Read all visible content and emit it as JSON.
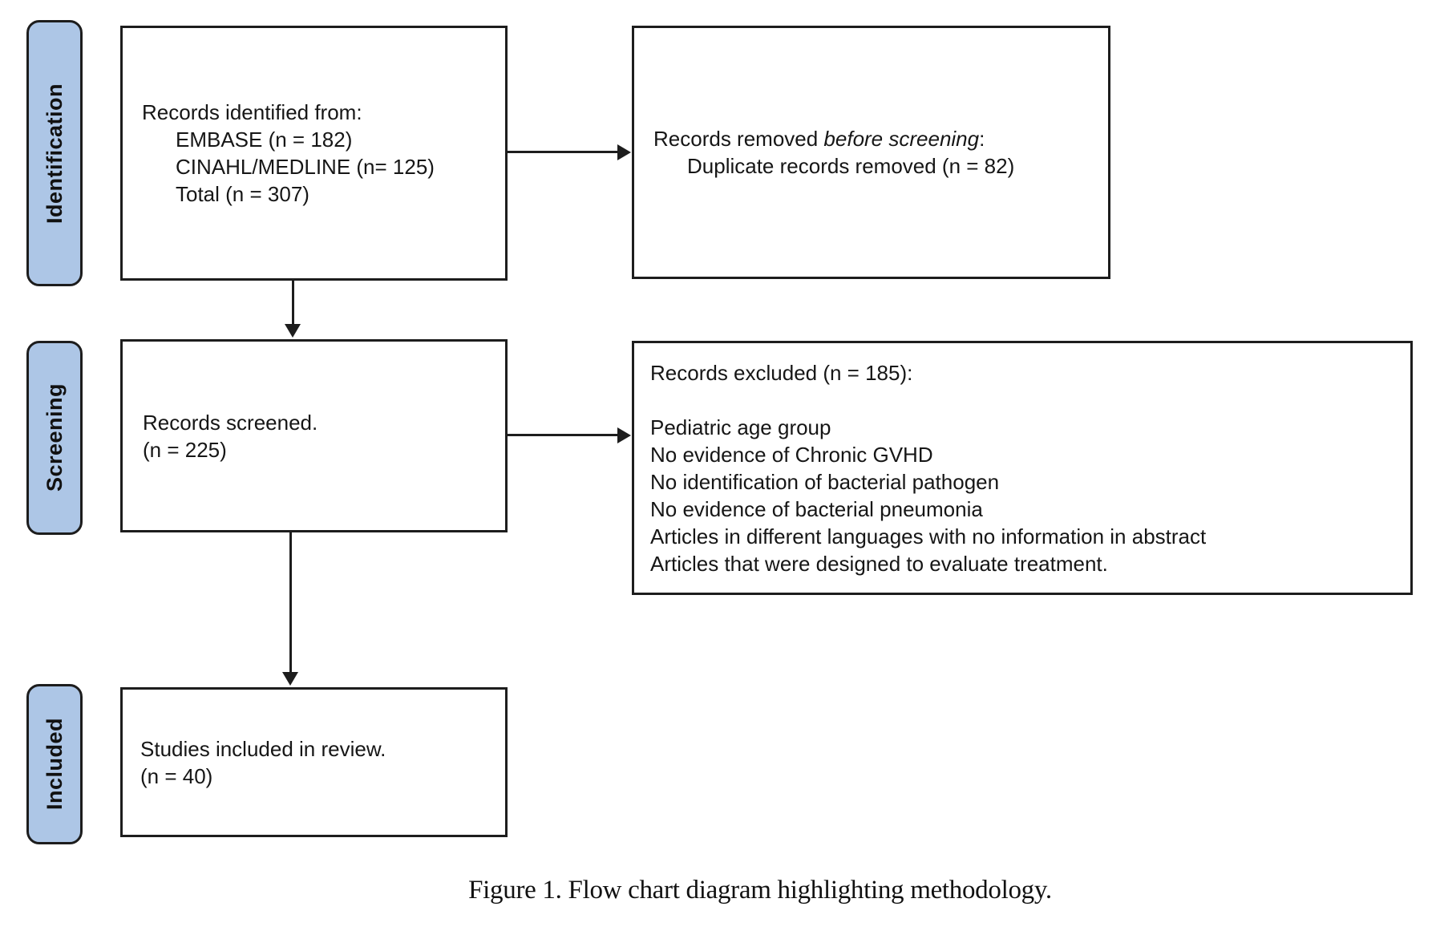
{
  "stages": {
    "identification": "Identification",
    "screening": "Screening",
    "included": "Included"
  },
  "boxes": {
    "identified": {
      "heading": "Records identified from:",
      "items": [
        "EMBASE (n = 182)",
        "CINAHL/MEDLINE (n= 125)",
        "Total (n = 307)"
      ]
    },
    "removed": {
      "prefix": "Records removed ",
      "emphasis": "before screening",
      "suffix": ":",
      "detail": "Duplicate records removed (n = 82)"
    },
    "screened": {
      "line1": "Records screened.",
      "line2": "(n = 225)"
    },
    "excluded": {
      "heading": "Records excluded (n = 185):",
      "reasons": [
        "Pediatric age group",
        "No evidence of Chronic GVHD",
        "No identification of bacterial pathogen",
        "No evidence of bacterial pneumonia",
        "Articles in different languages with no information in abstract",
        "Articles that were designed to evaluate treatment."
      ]
    },
    "included": {
      "line1": "Studies included in review.",
      "line2": "(n = 40)"
    }
  },
  "figure": {
    "caption": "Figure 1. Flow chart diagram highlighting methodology."
  },
  "colors": {
    "stage_fill": "#adc6e6",
    "stage_border": "#1d1d1d",
    "box_border": "#1d1d1d",
    "arrow": "#1d1d1d",
    "text": "#161616",
    "background": "#ffffff"
  }
}
